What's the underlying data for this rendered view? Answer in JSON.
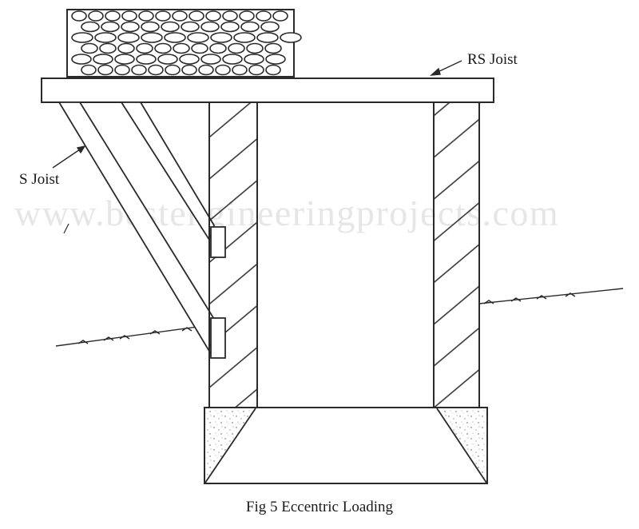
{
  "labels": {
    "rs_joist": "RS Joist",
    "s_joist": "S Joist"
  },
  "watermark": "www.bestengineeringprojects.com",
  "caption": "Fig 5 Eccentric Loading",
  "colors": {
    "ink": "#2a2a2a",
    "watermark": "#e6e6e6",
    "background": "#ffffff"
  }
}
